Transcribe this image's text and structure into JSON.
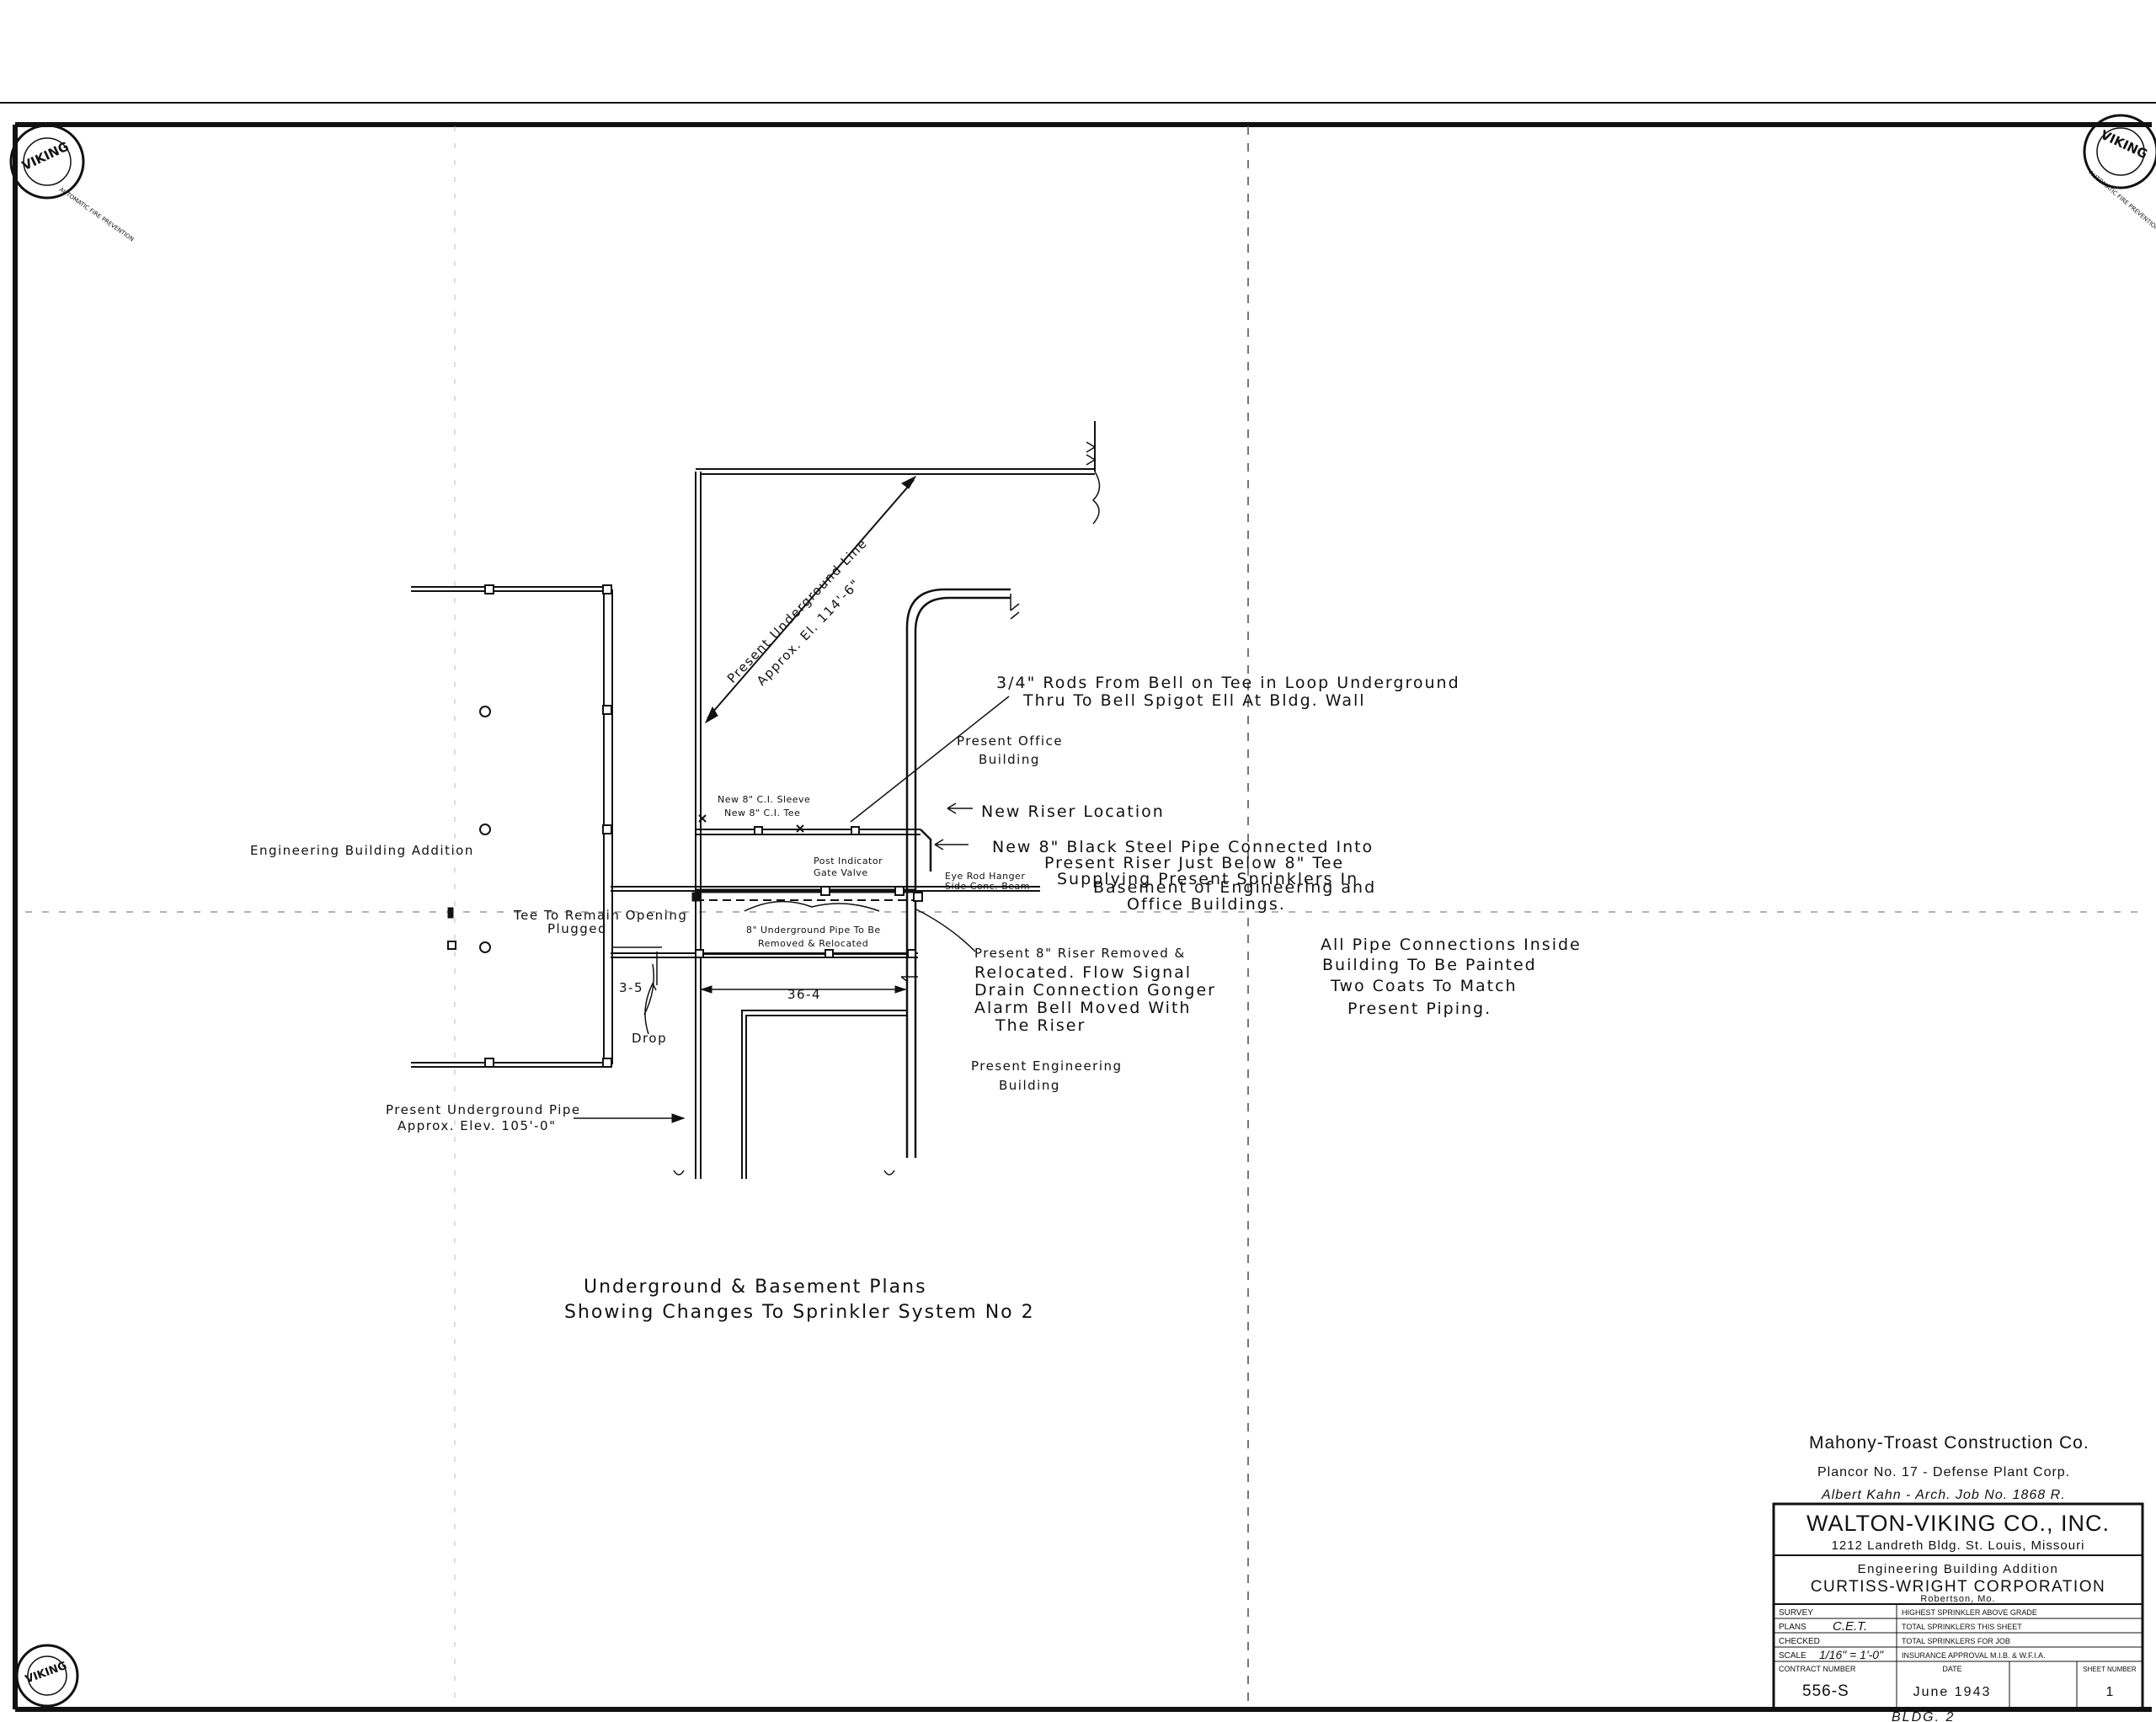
{
  "seal": {
    "brand": "VIKING",
    "ring_text": "AUTOMATIC FIRE PREVENTION"
  },
  "drawing": {
    "title_line1": "Underground & Basement Plans",
    "title_line2": "Showing Changes To Sprinkler System No 2",
    "notes": {
      "present_underground_line_1": "Present Underground Line",
      "present_underground_line_2": "Approx. El. 114'-6\"",
      "rods_line1": "3/4\" Rods From Bell on Tee in Loop Underground",
      "rods_line2": "Thru To Bell Spigot Ell At Bldg. Wall",
      "present_office_1": "Present Office",
      "present_office_2": "Building",
      "new_riser_location": "New Riser Location",
      "new_sleeve": "New 8\" C.I. Sleeve",
      "new_tee": "New 8\" C.I. Tee",
      "post_indicator_1": "Post Indicator",
      "post_indicator_2": "Gate Valve",
      "new_pipe_line1": "New 8\" Black Steel Pipe Connected Into",
      "new_pipe_line2": "Present Riser Just Below 8\" Tee",
      "new_pipe_line3": "Supplying Present Sprinklers In",
      "new_pipe_line4": "Basement of Engineering and",
      "new_pipe_line5": "Office Buildings.",
      "eye_rod_1": "Eye Rod Hanger",
      "eye_rod_2": "Side Conc. Beam",
      "engineering_addition": "Engineering Building Addition",
      "tee_to_remain": "Tee To Remain Opening",
      "plugged": "Plugged",
      "underground_removed_1": "8\" Underground Pipe To Be",
      "underground_removed_2": "Removed & Relocated",
      "riser_removed_1": "Present 8\" Riser Removed &",
      "riser_removed_2": "Relocated. Flow Signal",
      "riser_removed_3": "Drain Connection Gonger",
      "riser_removed_4": "Alarm Bell Moved With",
      "riser_removed_5": "The Riser",
      "all_pipe_1": "All Pipe Connections Inside",
      "all_pipe_2": "Building To Be Painted",
      "all_pipe_3": "Two Coats To Match",
      "all_pipe_4": "Present Piping.",
      "dim_35": "3-5",
      "dim_364": "36-4",
      "drop": "Drop",
      "present_engineering_1": "Present Engineering",
      "present_engineering_2": "Building",
      "underground_pipe_1": "Present Underground Pipe",
      "underground_pipe_2": "Approx. Elev. 105'-0\""
    }
  },
  "title_block": {
    "contractor": "Mahony-Troast Construction Co.",
    "plancor": "Plancor No. 17 - Defense Plant Corp.",
    "architect": "Albert Kahn - Arch. Job No. 1868 R.",
    "company": "WALTON-VIKING CO., INC.",
    "address": "1212 Landreth Bldg. St. Louis, Missouri",
    "project": "Engineering Building Addition",
    "client": "CURTISS-WRIGHT CORPORATION",
    "location": "Robertson, Mo.",
    "rows": [
      {
        "label": "SURVEY",
        "value": "",
        "right": "HIGHEST SPRINKLER ABOVE GRADE"
      },
      {
        "label": "PLANS",
        "value": "C.E.T.",
        "right": "TOTAL SPRINKLERS THIS SHEET"
      },
      {
        "label": "CHECKED",
        "value": "",
        "right": "TOTAL SPRINKLERS FOR JOB"
      },
      {
        "label": "SCALE",
        "value": "1/16\" = 1'-0\"",
        "right": "INSURANCE APPROVAL M.I.B. & W.F.I.A."
      }
    ],
    "contract_label": "CONTRACT NUMBER",
    "contract_value": "556-S",
    "date_label": "DATE",
    "date_value": "June 1943",
    "sheet_label": "SHEET NUMBER",
    "sheet_value": "1",
    "building_tag": "BLDG. 2"
  },
  "colors": {
    "ink": "#111111",
    "paper": "#ffffff"
  }
}
